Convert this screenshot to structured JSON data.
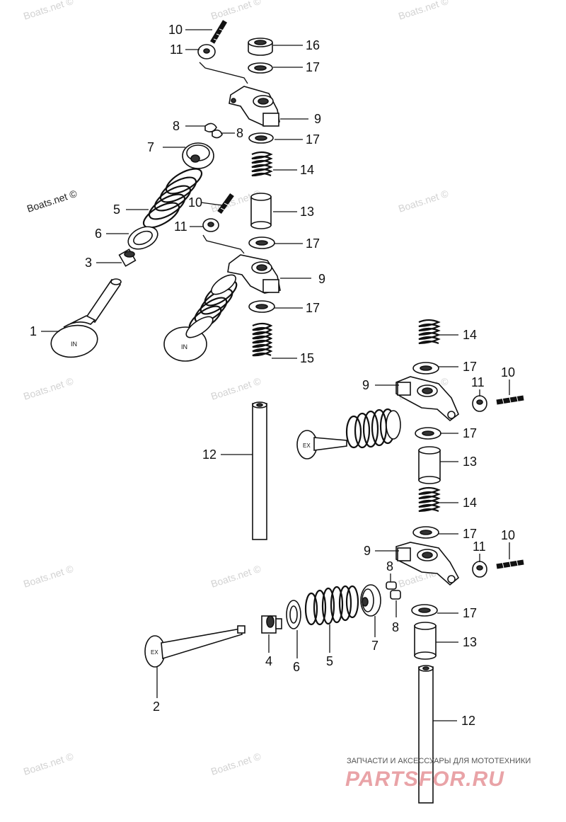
{
  "watermarks": [
    "Boats.net ©",
    "Boats.net ©",
    "Boats.net ©",
    "Boats.net ©",
    "Boats.net ©",
    "Boats.net ©",
    "Boats.net ©",
    "Boats.net ©",
    "Boats.net ©",
    "Boats.net ©",
    "Boats.net ©",
    "Boats.net ©",
    "Boats.net ©",
    "Boats.net ©"
  ],
  "valve_markings": {
    "intake": "IN",
    "exhaust": "EX"
  },
  "callouts": [
    "10",
    "11",
    "16",
    "17",
    "9",
    "8",
    "8",
    "7",
    "17",
    "14",
    "5",
    "10",
    "13",
    "6",
    "11",
    "17",
    "3",
    "9",
    "1",
    "17",
    "15",
    "14",
    "17",
    "9",
    "11",
    "10",
    "17",
    "12",
    "13",
    "14",
    "17",
    "9",
    "11",
    "10",
    "8",
    "17",
    "8",
    "7",
    "4",
    "6",
    "5",
    "13",
    "2",
    "12"
  ],
  "brand": {
    "tagline": "ЗАПЧАСТИ И АКСЕССУАРЫ ДЛЯ МОТОТЕХНИКИ",
    "name": "PARTSFOR.RU"
  }
}
